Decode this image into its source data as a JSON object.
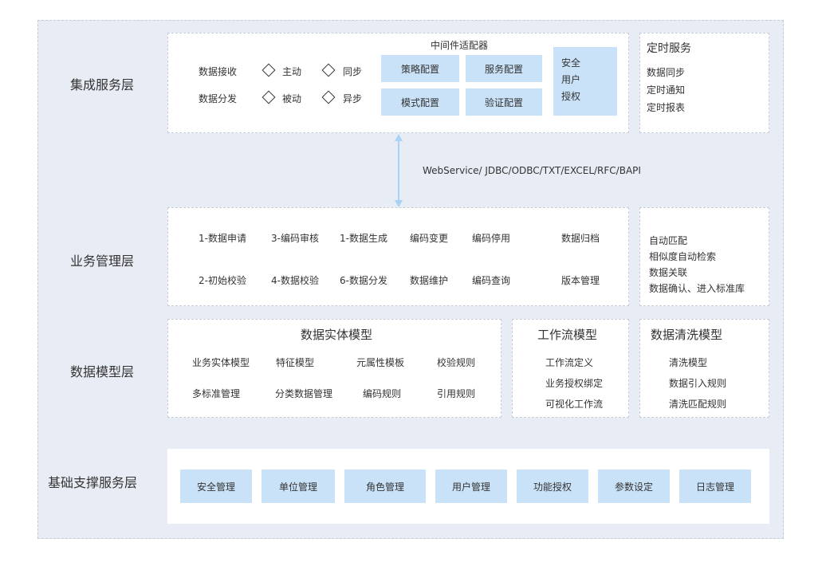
{
  "layers": {
    "integration": "集成服务层",
    "business": "业务管理层",
    "data_model": "数据模型层",
    "foundation": "基础支撑服务层"
  },
  "integration": {
    "middleware_title": "中间件适配器",
    "data_receive": "数据接收",
    "data_distribute": "数据分发",
    "active": "主动",
    "passive": "被动",
    "sync": "同步",
    "async": "异步",
    "policy_config": "策略配置",
    "service_config": "服务配置",
    "mode_config": "模式配置",
    "verify_config": "验证配置",
    "security_items": [
      "安全",
      "用户",
      "授权"
    ],
    "timer_title": "定时服务",
    "timer_items": [
      "数据同步",
      "定时通知",
      "定时报表"
    ]
  },
  "connector": {
    "label": "WebService/ JDBC/ODBC/TXT/EXCEL/RFC/BAPI"
  },
  "business": {
    "row1": [
      "1-数据申请",
      "3-编码审核",
      "1-数据生成",
      "编码变更",
      "编码停用",
      "数据归档"
    ],
    "row2": [
      "2-初始校验",
      "4-数据校验",
      "6-数据分发",
      "数据维护",
      "编码查询",
      "版本管理"
    ],
    "side_items": [
      "自动匹配",
      "相似度自动检索",
      "数据关联",
      "数据确认、进入标准库"
    ]
  },
  "data_model": {
    "entity_title": "数据实体模型",
    "entity_row1": [
      "业务实体模型",
      "特征模型",
      "元属性模板",
      "校验规则"
    ],
    "entity_row2": [
      "多标准管理",
      "分类数据管理",
      "编码规则",
      "引用规则"
    ],
    "workflow_title": "工作流模型",
    "workflow_items": [
      "工作流定义",
      "业务授权绑定",
      "可视化工作流"
    ],
    "cleansing_title": "数据清洗模型",
    "cleansing_items": [
      "清洗模型",
      "数据引入规则",
      "清洗匹配规则"
    ]
  },
  "foundation": {
    "items": [
      "安全管理",
      "单位管理",
      "角色管理",
      "用户管理",
      "功能授权",
      "参数设定",
      "日志管理"
    ]
  },
  "colors": {
    "background": "#e8ecf4",
    "panel": "#ffffff",
    "highlight": "#c9e2f8",
    "arrow": "#a9d3f5"
  }
}
